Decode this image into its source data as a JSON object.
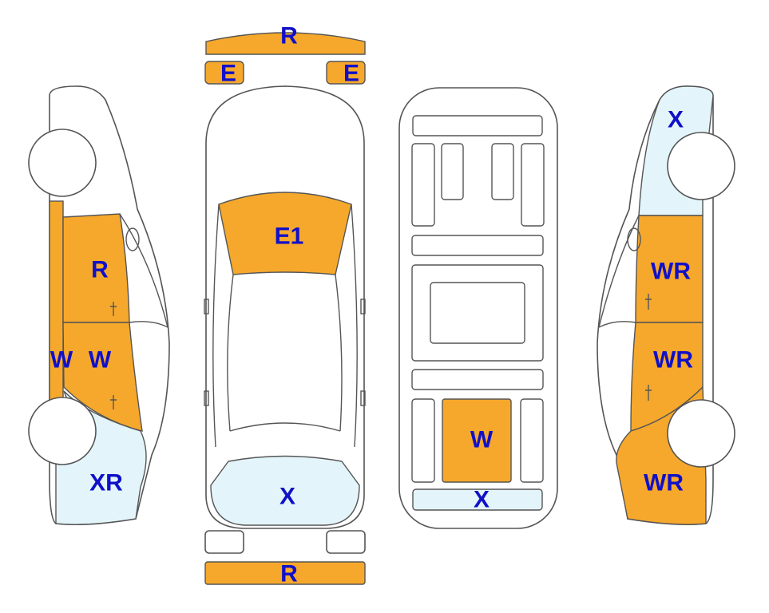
{
  "colors": {
    "damage": "#F6A82C",
    "minor": "#E3F5FA",
    "label": "#1010C8",
    "outline": "#555555"
  },
  "labels": {
    "front_bumper": "R",
    "left_headlight": "E",
    "right_headlight": "E",
    "hood": "E1",
    "windshield_rear": "X",
    "rear_bumper": "R",
    "trunk_floor": "W",
    "underbody_rear": "X",
    "left_front_door": "R",
    "left_pillar": "W",
    "left_rear_door": "W",
    "left_rear_quarter": "XR",
    "right_front_fender": "X",
    "right_front_door": "WR",
    "right_rear_door": "WR",
    "right_rear_quarter": "WR"
  }
}
